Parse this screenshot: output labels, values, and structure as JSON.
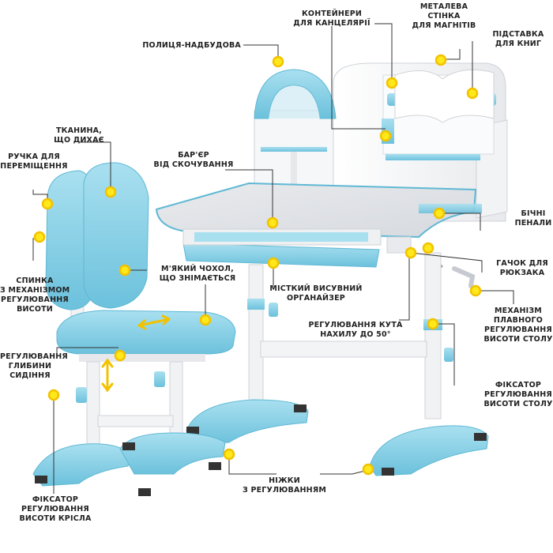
{
  "labels": {
    "shelf": [
      "ПОЛИЦЯ-НАДБУДОВА"
    ],
    "containers": [
      "КОНТЕЙНЕРИ",
      "ДЛЯ КАНЦЕЛЯРІЇ"
    ],
    "metal_wall": [
      "МЕТАЛЕВА",
      "СТІНКА",
      "ДЛЯ МАГНІТІВ"
    ],
    "book_stand": [
      "ПІДСТАВКА",
      "ДЛЯ КНИГ"
    ],
    "fabric": [
      "ТКАНИНА,",
      "ЩО ДИХАЄ"
    ],
    "handle": [
      "РУЧКА ДЛЯ",
      "ПЕРЕМІЩЕННЯ"
    ],
    "barrier": [
      "БАР'ЄР",
      "ВІД СКОЧУВАННЯ"
    ],
    "side_cases": [
      "БІЧНІ",
      "ПЕНАЛИ"
    ],
    "backpack_hook": [
      "ГАЧОК ДЛЯ",
      "РЮКЗАКА"
    ],
    "backrest": [
      "СПИНКА",
      "З МЕХАНІЗМОМ",
      "РЕГУЛЮВАННЯ",
      "ВИСОТИ"
    ],
    "cover": [
      "М'ЯКИЙ ЧОХОЛ,",
      "ЩО ЗНІМАЄТЬСЯ"
    ],
    "organizer": [
      "МІСТКИЙ ВИСУВНИЙ",
      "ОРГАНАЙЗЕР"
    ],
    "smooth_mech": [
      "МЕХАНІЗМ",
      "ПЛАВНОГО",
      "РЕГУЛЮВАННЯ",
      "ВИСОТИ СТОЛУ"
    ],
    "tilt": [
      "РЕГУЛЮВАННЯ КУТА",
      "НАХИЛУ ДО 50°"
    ],
    "depth": [
      "РЕГУЛЮВАННЯ",
      "ГЛИБИНИ",
      "СИДІННЯ"
    ],
    "desk_lock": [
      "ФІКСАТОР",
      "РЕГУЛЮВАННЯ",
      "ВИСОТИ СТОЛУ"
    ],
    "legs": [
      "НІЖКИ",
      "З РЕГУЛЮВАННЯМ"
    ],
    "chair_lock": [
      "ФІКСАТОР",
      "РЕГУЛЮВАННЯ",
      "ВИСОТИ КРІСЛА"
    ]
  },
  "colors": {
    "accent_blue": "#8fd3e8",
    "accent_blue_dark": "#5fb8d4",
    "marker_yellow": "#ffe81a",
    "marker_ring": "#f2c200",
    "furniture_white": "#f4f5f7",
    "desk_top": "#e4e6ea",
    "line": "#333333"
  },
  "icons": {
    "callout_marker": "yellow-dot-icon",
    "depth_arrow": "double-arrow-icon"
  }
}
